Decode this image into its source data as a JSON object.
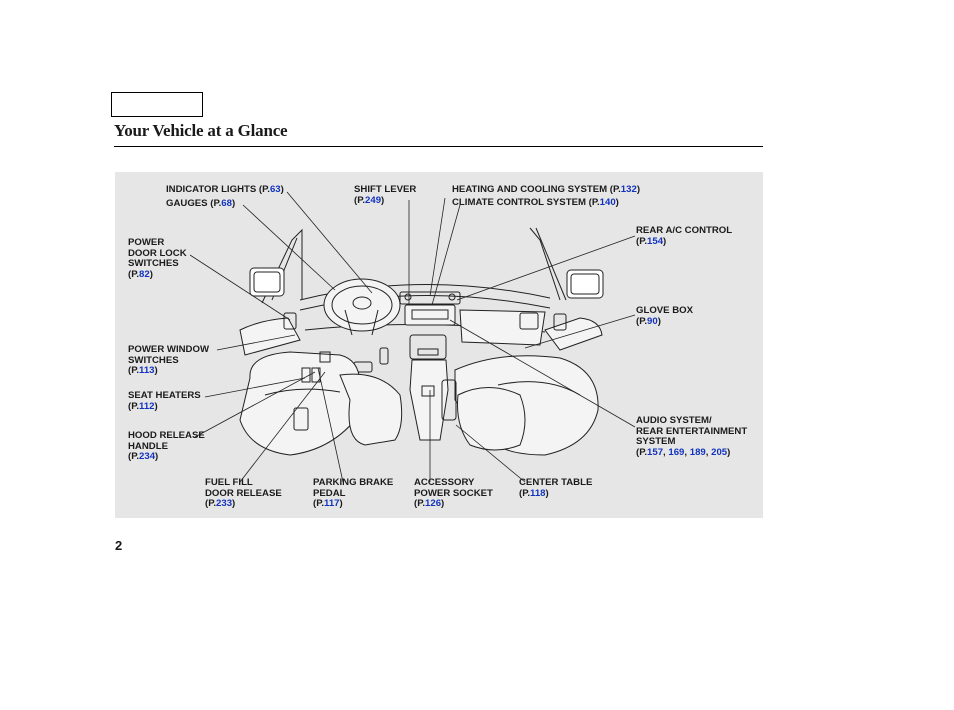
{
  "page": {
    "title": "Your Vehicle at a Glance",
    "page_number": "2"
  },
  "callouts": {
    "indicator_lights": {
      "text": "INDICATOR LIGHTS (P.",
      "page": "63",
      "close": ")"
    },
    "gauges": {
      "text": "GAUGES (P.",
      "page": "68",
      "close": ")"
    },
    "shift_lever": {
      "line1": "SHIFT LEVER",
      "open": "(P.",
      "page": "249",
      "close": ")"
    },
    "heating_cooling": {
      "text": "HEATING AND COOLING SYSTEM (P.",
      "page": "132",
      "close": ")"
    },
    "climate_control": {
      "text": "CLIMATE CONTROL SYSTEM (P.",
      "page": "140",
      "close": ")"
    },
    "rear_ac": {
      "line1": "REAR A/C CONTROL",
      "open": "(P.",
      "page": "154",
      "close": ")"
    },
    "power_door_lock": {
      "line1": "POWER",
      "line2": "DOOR LOCK",
      "line3": "SWITCHES",
      "open": "(P.",
      "page": "82",
      "close": ")"
    },
    "glove_box": {
      "line1": "GLOVE BOX",
      "open": "(P.",
      "page": "90",
      "close": ")"
    },
    "power_window": {
      "line1": "POWER WINDOW",
      "line2": "SWITCHES",
      "open": "(P.",
      "page": "113",
      "close": ")"
    },
    "seat_heaters": {
      "line1": "SEAT HEATERS",
      "open": "(P.",
      "page": "112",
      "close": ")"
    },
    "audio_system": {
      "line1": "AUDIO SYSTEM/",
      "line2": "REAR ENTERTAINMENT",
      "line3": "SYSTEM",
      "open": "(P.",
      "pages": [
        "157",
        "169",
        "189",
        "205"
      ],
      "sep": ", ",
      "close": ")"
    },
    "hood_release": {
      "line1": "HOOD RELEASE",
      "line2": "HANDLE",
      "open": "(P.",
      "page": "234",
      "close": ")"
    },
    "fuel_fill": {
      "line1": "FUEL FILL",
      "line2": "DOOR RELEASE",
      "open": "(P.",
      "page": "233",
      "close": ")"
    },
    "parking_brake": {
      "line1": "PARKING BRAKE",
      "line2": "PEDAL",
      "open": "(P.",
      "page": "117",
      "close": ")"
    },
    "accessory_socket": {
      "line1": "ACCESSORY",
      "line2": "POWER SOCKET",
      "open": "(P.",
      "page": "126",
      "close": ")"
    },
    "center_table": {
      "line1": "CENTER TABLE",
      "open": "(P.",
      "page": "118",
      "close": ")"
    }
  },
  "colors": {
    "page_link": "#1233bf",
    "panel_bg": "#e6e6e6"
  }
}
